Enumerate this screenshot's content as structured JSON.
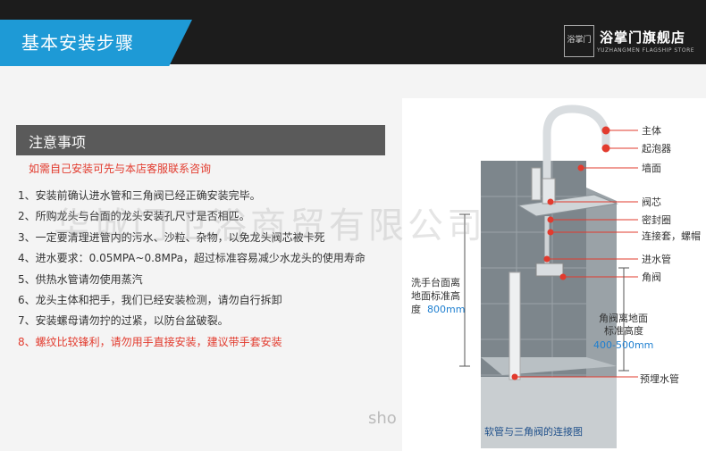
{
  "header": {
    "title": "基本安装步骤",
    "logo_mark": "浴掌门",
    "logo_name": "浴掌门旗舰店",
    "logo_sub": "YUZHANGMEN FLAGSHIP STORE"
  },
  "notice": {
    "title": "注意事项",
    "contact": "如需自己安装可先与本店客服联系咨询",
    "items": [
      {
        "text": "1、安装前确认进水管和三角阀已经正确安装完毕。",
        "warn": false
      },
      {
        "text": "2、所购龙头与台面的龙头安装孔尺寸是否相匹。",
        "warn": false
      },
      {
        "text": "3、一定要清理进管内的污水、沙粒、杂物，以免龙头阀芯被卡死",
        "warn": false
      },
      {
        "text": "4、进水要求：0.05MPA~0.8MPa，超过标准容易减少水龙头的使用寿命",
        "warn": false
      },
      {
        "text": "5、供热水管请勿使用蒸汽",
        "warn": false
      },
      {
        "text": "6、龙头主体和把手，我们已经安装检测，请勿自行拆卸",
        "warn": false
      },
      {
        "text": "7、安装螺母请勿拧的过紧，以防台盆破裂。",
        "warn": false
      },
      {
        "text": "8、螺纹比较锋利，请勿用手直接安装，建议带手套安装",
        "warn": true
      }
    ]
  },
  "diagram": {
    "labels": {
      "body": "主体",
      "aerator": "起泡器",
      "wall": "墙面",
      "valve_core": "阀芯",
      "seal": "密封圈",
      "connector": "连接套，螺帽",
      "inlet_pipe": "进水管",
      "angle_valve": "角阀",
      "buried_pipe": "预埋水管"
    },
    "dim_left_line1": "洗手台面离",
    "dim_left_line2": "地面标准高",
    "dim_left_line3": "度",
    "dim_left_value": "800mm",
    "dim_right_line1": "角阀离地面",
    "dim_right_line2": "标准高度",
    "dim_right_value": "400-500mm",
    "caption": "软管与三角阀的连接图"
  },
  "watermark": "华城门卫浴商贸有限公司",
  "shop_watermark": "sho",
  "colors": {
    "accent": "#1e9ad6",
    "warn": "#e23b2e",
    "dim_blue": "#1e7fd0",
    "dark": "#1c1c1c"
  }
}
